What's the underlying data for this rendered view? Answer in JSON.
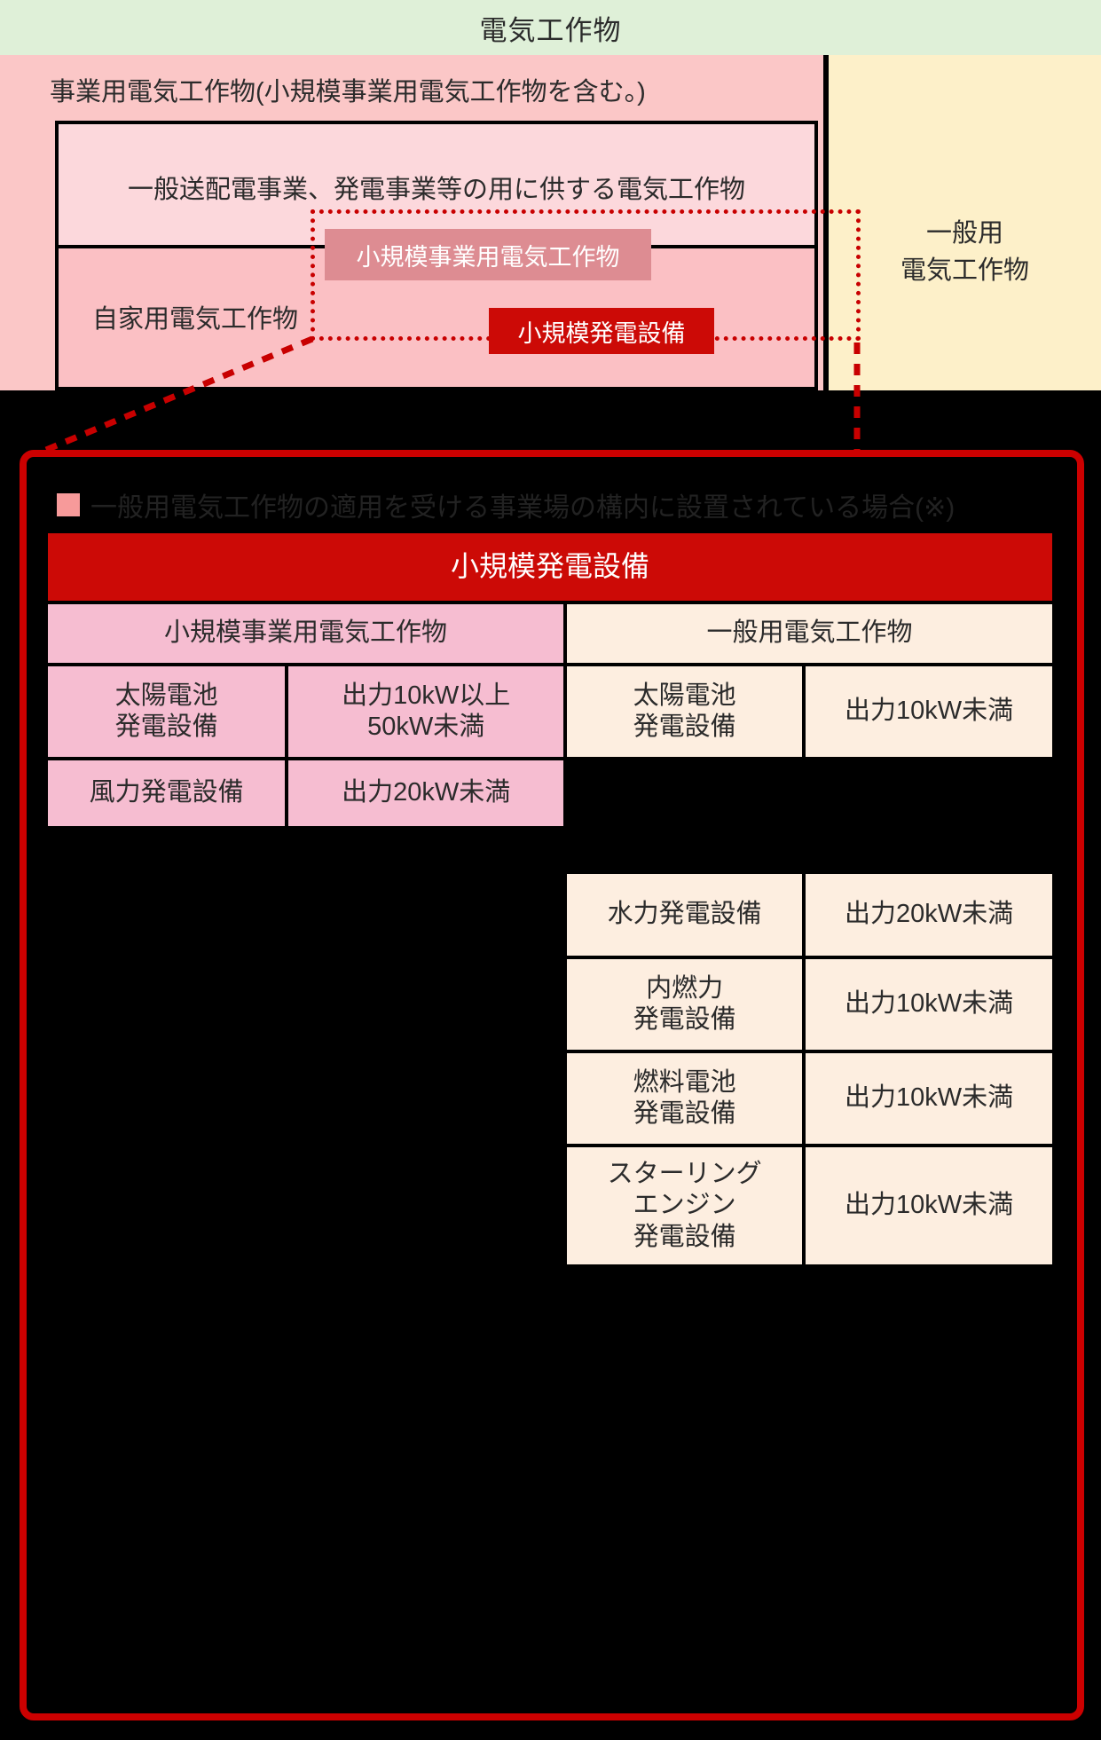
{
  "top_diagram": {
    "title": "電気工作物",
    "business_label": "事業用電気工作物(小規模事業用電気工作物を含む。)",
    "transmission_label": "一般送配電事業、発電事業等の用に供する電気工作物",
    "private_label": "自家用電気工作物",
    "small_business_label": "小規模事業用電気工作物",
    "small_generation_label": "小規模発電設備",
    "general_label": "一般用\n電気工作物",
    "general_label_line1": "一般用",
    "general_label_line2": "電気工作物",
    "colors": {
      "title_bg": "#dff0d8",
      "business_bg": "#fbc7c7",
      "transmission_bg": "#fcd8dc",
      "private_bg": "#fbc0c4",
      "general_bg": "#fdf0c9",
      "small_business_bg": "#dd8c92",
      "small_generation_bg": "#cc0a06",
      "callout_border": "#c80000"
    }
  },
  "detail_panel": {
    "legend": {
      "swatch_color": "#f79a9a",
      "text": "一般用電気工作物の適用を受ける事業場の構内に設置されている場合(※)"
    },
    "caption": "小規模発電設備",
    "group_headers": {
      "left": "小規模事業用電気工作物",
      "right": "一般用電気工作物"
    },
    "left_rows": [
      {
        "equipment": "太陽電池\n発電設備",
        "equipment_line1": "太陽電池",
        "equipment_line2": "発電設備",
        "output_line1": "出力10kW以上",
        "output_line2": "50kW未満"
      },
      {
        "equipment": "風力発電設備",
        "equipment_line1": "風力発電設備",
        "equipment_line2": "",
        "output_line1": "出力20kW未満",
        "output_line2": ""
      }
    ],
    "right_rows": [
      {
        "equipment_line1": "太陽電池",
        "equipment_line2": "発電設備",
        "equipment_line3": "",
        "output": "出力10kW未満"
      },
      {
        "equipment_line1": "水力発電設備",
        "equipment_line2": "",
        "equipment_line3": "",
        "output": "出力20kW未満"
      },
      {
        "equipment_line1": "内燃力",
        "equipment_line2": "発電設備",
        "equipment_line3": "",
        "output": "出力10kW未満"
      },
      {
        "equipment_line1": "燃料電池",
        "equipment_line2": "発電設備",
        "equipment_line3": "",
        "output": "出力10kW未満"
      },
      {
        "equipment_line1": "スターリング",
        "equipment_line2": "エンジン",
        "equipment_line3": "発電設備",
        "output": "出力10kW未満"
      }
    ],
    "colors": {
      "panel_border": "#cc0000",
      "caption_bg": "#cc0a06",
      "left_bg": "#f6bdd1",
      "right_bg": "#fdeee0"
    }
  }
}
